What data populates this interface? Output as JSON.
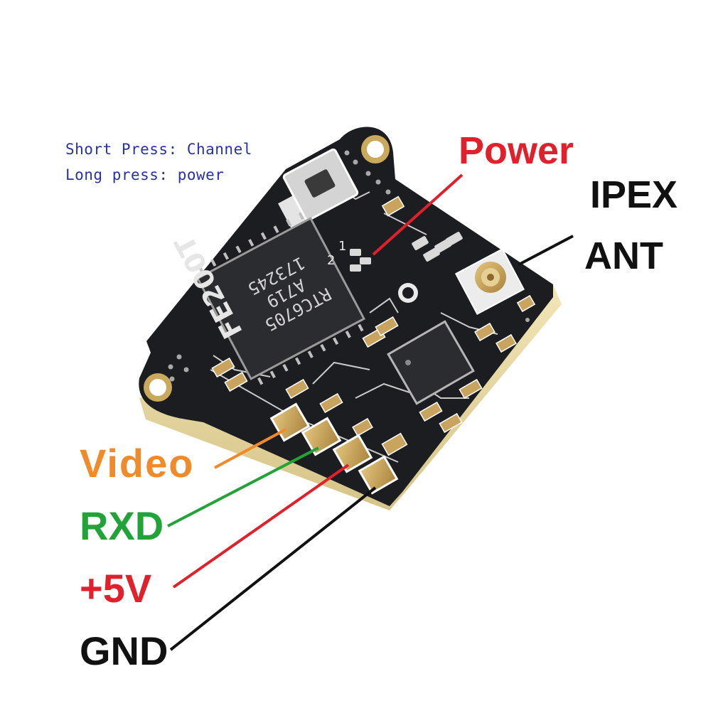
{
  "notes": {
    "short_press": "Short Press: Channel",
    "long_press": "Long press: power"
  },
  "labels": {
    "power": "Power",
    "ipex": "IPEX",
    "ant": "ANT",
    "video": "Video",
    "rxd": "RXD",
    "plus5v": "+5V",
    "gnd": "GND"
  },
  "board": {
    "model": "FE200T",
    "chip_line1": "RTC6705",
    "chip_line2": "A719",
    "chip_line3": "173245",
    "led_marks": [
      "1",
      "2"
    ]
  },
  "colors": {
    "note_text": "#2832a8",
    "power": "#e0202a",
    "ipex_ant": "#111111",
    "video": "#f08a2a",
    "rxd": "#22a33a",
    "plus5v": "#e0202a",
    "gnd": "#111111",
    "pcb": "#1c1d21",
    "pad_gold": "#c8a45a"
  },
  "icons": {
    "push_button": "tactile-button-icon",
    "antenna_connector": "ipex-connector-icon",
    "mounting_hole": "mounting-hole-icon"
  }
}
